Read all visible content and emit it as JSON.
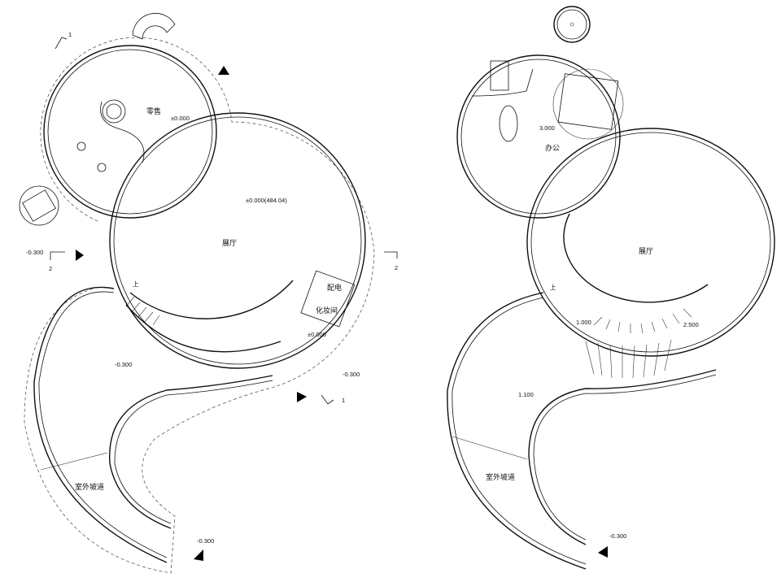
{
  "plan_left": {
    "rooms": {
      "retail": "零售",
      "hall": "展厅",
      "power": "配电",
      "dressing": "化妆间",
      "ramp": "室外坡道"
    },
    "levels": {
      "retail": "±0.000",
      "hall": "±0.000(484.04)",
      "corridor": "±0.000",
      "ramp": "-0.300",
      "west_entry": "-0.300",
      "south_entry": "-0.300",
      "ramp_end": "-0.300"
    },
    "section_marks": {
      "section_1": "1",
      "section_2": "2"
    },
    "stair_label": "上"
  },
  "plan_right": {
    "rooms": {
      "office": "办公",
      "hall": "展厅",
      "ramp": "室外坡道"
    },
    "levels": {
      "office": "3.000",
      "landing": "1.000",
      "stair": "2.500",
      "ramp": "1.100",
      "ramp_end": "-0.300"
    },
    "stair_label": "上"
  }
}
